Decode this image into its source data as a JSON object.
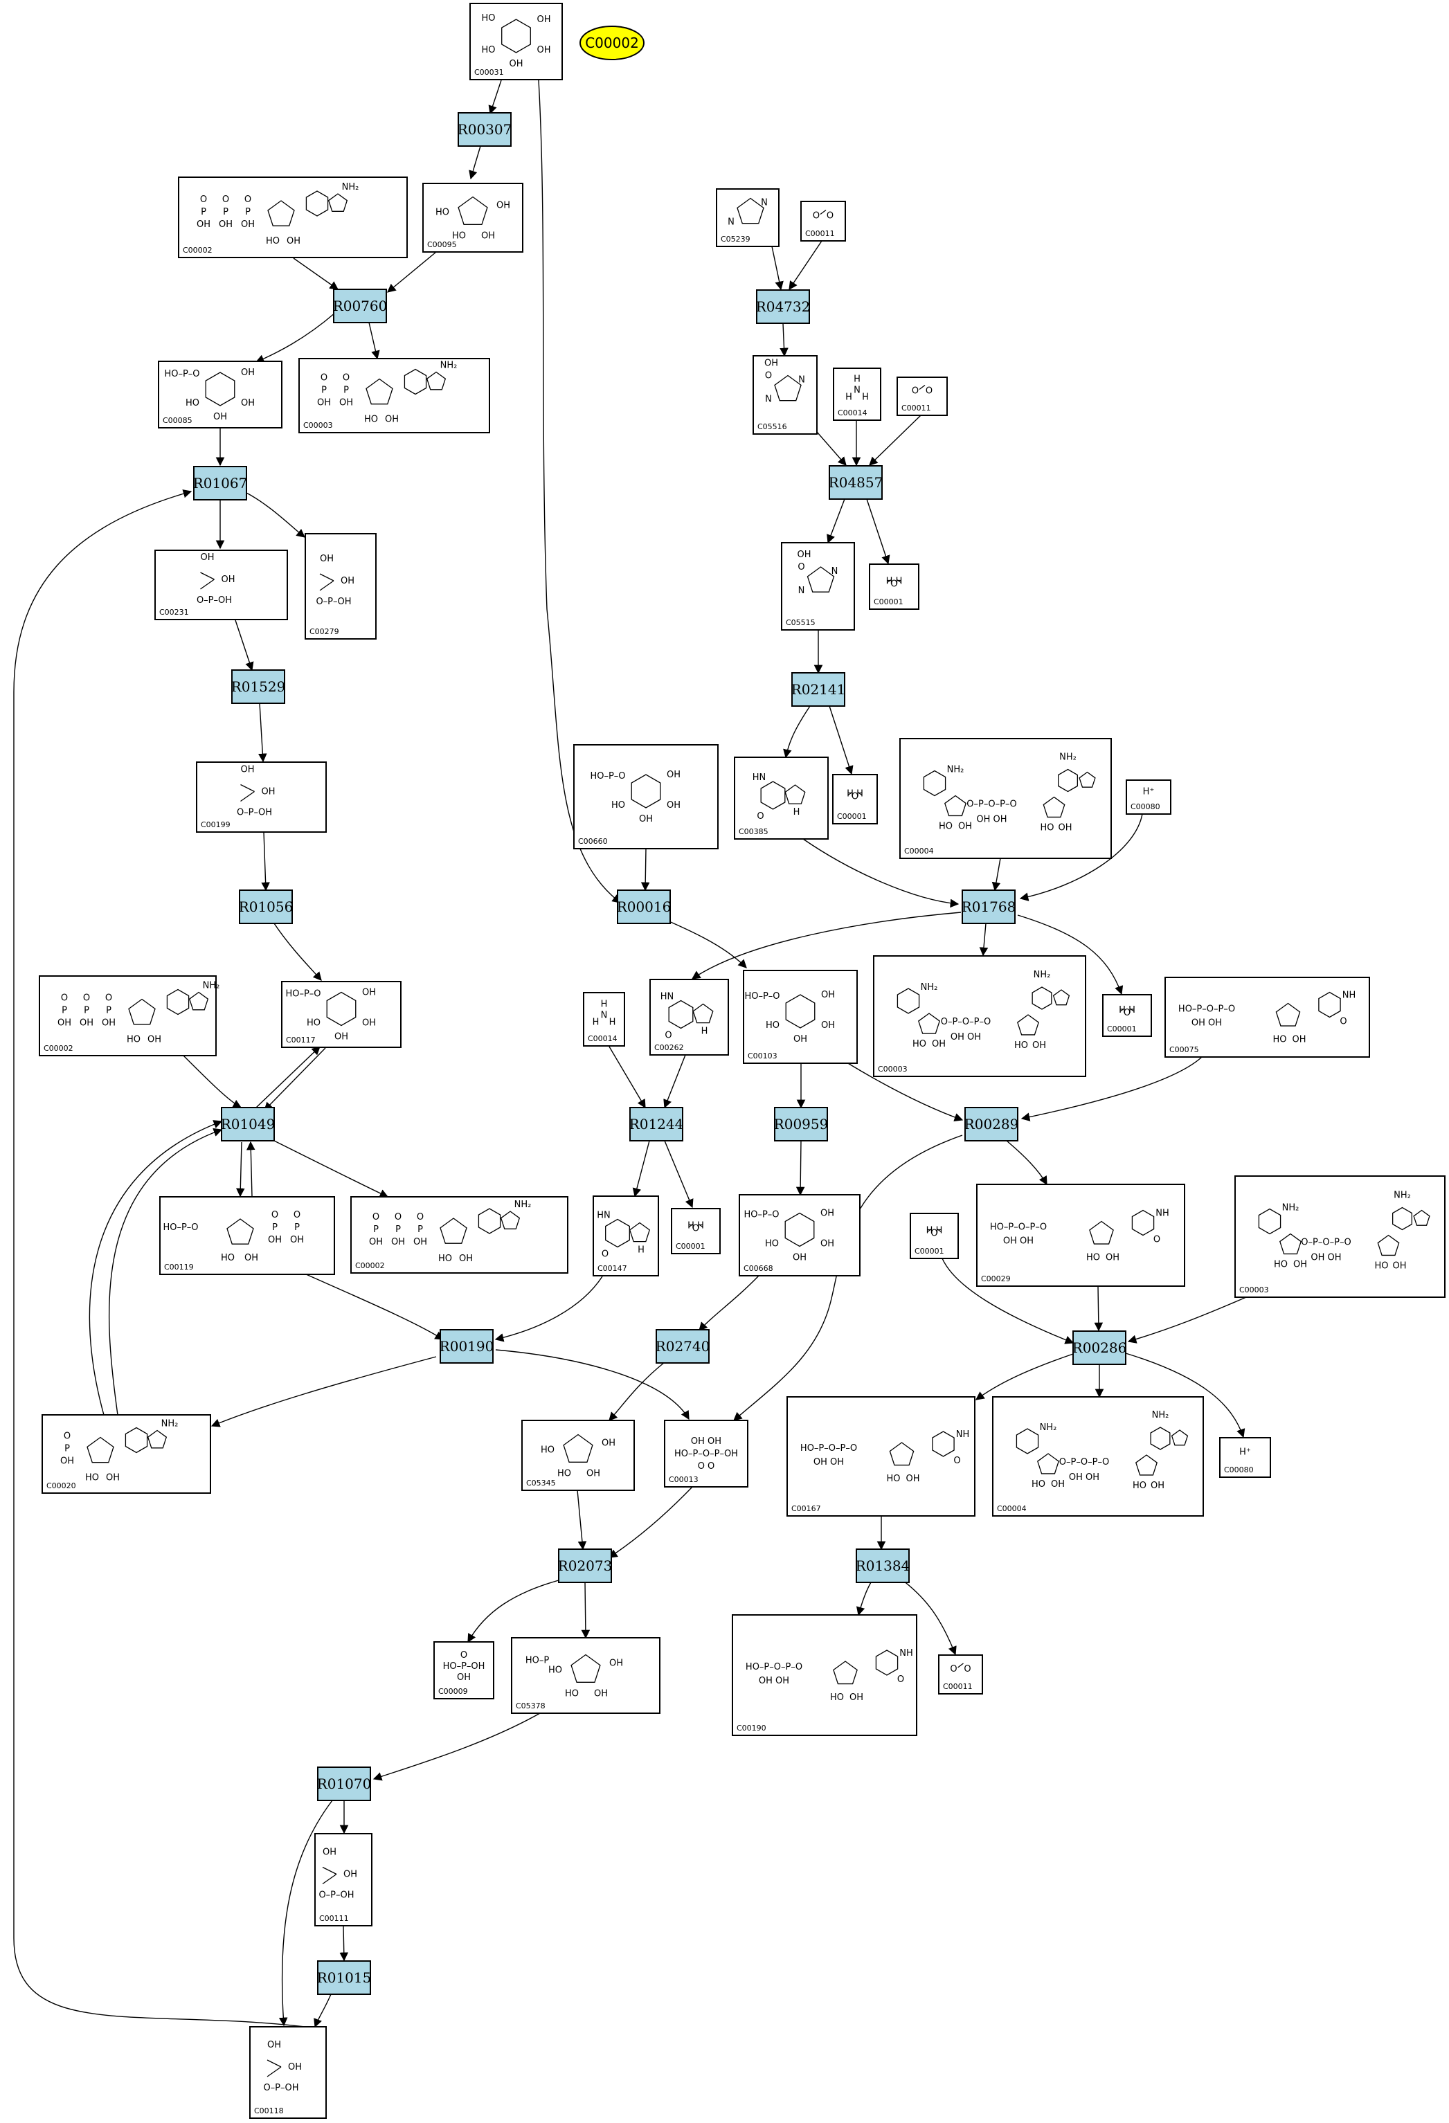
{
  "target": {
    "label": "C00002",
    "color": "#ffff00"
  },
  "colors": {
    "reaction_fill": "#add8e6",
    "compound_fill": "#ffffff",
    "target_fill": "#ffff00",
    "line": "#000000"
  },
  "reactions": [
    "R00307",
    "R00760",
    "R01067",
    "R01529",
    "R01056",
    "R01049",
    "R00190",
    "R01244",
    "R00959",
    "R02740",
    "R02073",
    "R01070",
    "R01015",
    "R04732",
    "R04857",
    "R02141",
    "R00016",
    "R01768",
    "R00289",
    "R00286",
    "R01384"
  ],
  "compounds": [
    {
      "id": "C00031",
      "mol": "glucose"
    },
    {
      "id": "C00002",
      "mol": "atp"
    },
    {
      "id": "C00095",
      "mol": "fructose"
    },
    {
      "id": "C00085",
      "mol": "sugarP"
    },
    {
      "id": "C00003",
      "mol": "adp"
    },
    {
      "id": "C00279",
      "mol": "chain"
    },
    {
      "id": "C00231",
      "mol": "chain"
    },
    {
      "id": "C00199",
      "mol": "chain"
    },
    {
      "id": "C00002",
      "mol": "atp"
    },
    {
      "id": "C00117",
      "mol": "sugarP"
    },
    {
      "id": "C00119",
      "mol": "prpp"
    },
    {
      "id": "C00002",
      "mol": "atp"
    },
    {
      "id": "C00020",
      "mol": "amp"
    },
    {
      "id": "C05239",
      "mol": "imidazole"
    },
    {
      "id": "C00011",
      "mol": "co2"
    },
    {
      "id": "C05516",
      "mol": "imidazole"
    },
    {
      "id": "C00014",
      "mol": "nh3"
    },
    {
      "id": "C00011",
      "mol": "co2"
    },
    {
      "id": "C05515",
      "mol": "imidazole"
    },
    {
      "id": "C00001",
      "mol": "water"
    },
    {
      "id": "C00660",
      "mol": "sugarP"
    },
    {
      "id": "C00385",
      "mol": "purine"
    },
    {
      "id": "C00001",
      "mol": "water"
    },
    {
      "id": "C00004",
      "mol": "nad"
    },
    {
      "id": "C00080",
      "mol": "proton"
    },
    {
      "id": "C00014",
      "mol": "nh3"
    },
    {
      "id": "C00262",
      "mol": "purine"
    },
    {
      "id": "C00103",
      "mol": "sugarP"
    },
    {
      "id": "C00003",
      "mol": "nad"
    },
    {
      "id": "C00001",
      "mol": "water"
    },
    {
      "id": "C00075",
      "mol": "udp"
    },
    {
      "id": "C00147",
      "mol": "purine"
    },
    {
      "id": "C00001",
      "mol": "water"
    },
    {
      "id": "C00668",
      "mol": "sugarP"
    },
    {
      "id": "C00001",
      "mol": "water"
    },
    {
      "id": "C00029",
      "mol": "udp"
    },
    {
      "id": "C00003",
      "mol": "nad"
    },
    {
      "id": "C05345",
      "mol": "fructose"
    },
    {
      "id": "C00013",
      "mol": "pp"
    },
    {
      "id": "C00167",
      "mol": "udp"
    },
    {
      "id": "C00004",
      "mol": "nad"
    },
    {
      "id": "C00080",
      "mol": "proton"
    },
    {
      "id": "C00009",
      "mol": "pi"
    },
    {
      "id": "C05378",
      "mol": "fructose"
    },
    {
      "id": "C00190",
      "mol": "udp"
    },
    {
      "id": "C00011",
      "mol": "co2"
    },
    {
      "id": "C00111",
      "mol": "chain"
    },
    {
      "id": "C00118",
      "mol": "chain"
    }
  ]
}
